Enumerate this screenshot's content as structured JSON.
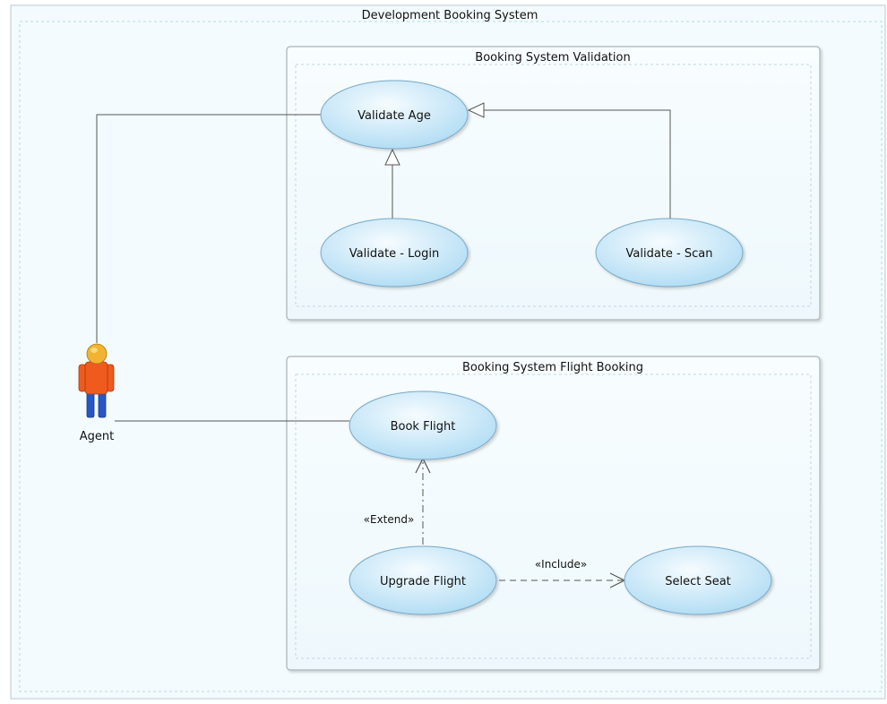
{
  "system": {
    "title": "Development Booking System"
  },
  "packages": {
    "validation": {
      "title": "Booking System Validation"
    },
    "booking": {
      "title": "Booking System Flight Booking"
    }
  },
  "actor": {
    "name": "Agent"
  },
  "usecases": {
    "validate_age": "Validate Age",
    "validate_login": "Validate - Login",
    "validate_scan": "Validate - Scan",
    "book_flight": "Book Flight",
    "upgrade_flight": "Upgrade Flight",
    "select_seat": "Select Seat"
  },
  "relations": {
    "extend_label": "«Extend»",
    "include_label": "«Include»"
  },
  "colors": {
    "system_fill": "#f3fbfe",
    "usecase_light": "#f4fbff",
    "usecase_dark": "#b5dff5",
    "usecase_stroke": "#6f9fc0",
    "line": "#555555",
    "actor_shirt": "#ef5a1e",
    "actor_pants": "#2a55c4",
    "actor_head": "#f2b430"
  }
}
